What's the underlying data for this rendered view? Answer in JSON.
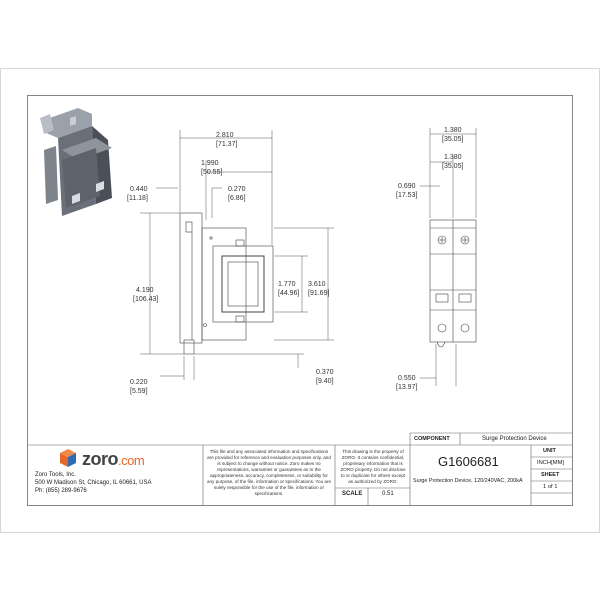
{
  "dimensions": {
    "overall_width": {
      "in": "2.810",
      "mm": "[71.37]"
    },
    "body_width": {
      "in": "1.990",
      "mm": "[50.55]"
    },
    "left_offset": {
      "in": "0.440",
      "mm": "[11.18]"
    },
    "clip_offset": {
      "in": "0.270",
      "mm": "[6.86]"
    },
    "overall_height": {
      "in": "4.190",
      "mm": "[106.43]"
    },
    "window_height": {
      "in": "1.770",
      "mm": "[44.96]"
    },
    "body_height": {
      "in": "3.610",
      "mm": "[91.69]"
    },
    "foot_width": {
      "in": "0.220",
      "mm": "[5.59]"
    },
    "bottom_offset": {
      "in": "0.370",
      "mm": "[9.40]"
    },
    "front_width_1": {
      "in": "1.380",
      "mm": "[35.05]"
    },
    "front_width_2": {
      "in": "1.380",
      "mm": "[35.05]"
    },
    "front_top": {
      "in": "0.690",
      "mm": "[17.53]"
    },
    "front_bottom": {
      "in": "0.550",
      "mm": "[13.97]"
    }
  },
  "company": {
    "logo_main": "zoro",
    "logo_suffix": ".com",
    "name": "Zoro Tools, Inc.",
    "address": "500 W Madison St, Chicago, IL 60661, USA",
    "phone": "Ph: (855) 289-9676",
    "brand_orange": "#e8672a",
    "brand_blue": "#2b6cb0"
  },
  "disclaimer": "This file and any associated information and specifications are provided for reference and evaluation purposes only, and is subject to change without notice. Zoro makes no representations, warranties or guarantees as to the appropriateness, accuracy, completeness, or suitability for any purpose, of the file, information or specifications. You are solely responsible for the use of the file, information or specifications.",
  "property_notice": "This drawing is the property of ZORO. It contains confidential, proprietary information that is ZORO property. Do not disclose to or duplicate for others except as authorized by ZORO.",
  "title_block": {
    "component_label": "COMPONENT",
    "component_value": "Surge Protection Device",
    "part_number": "G1606681",
    "description": "Surge Protection Device, 120/240VAC, 200kA",
    "unit_label": "UNIT",
    "unit_value": "INCH[MM]",
    "sheet_label": "SHEET",
    "sheet_value": "1 of 1",
    "scale_label": "SCALE",
    "scale_value": "0.51"
  }
}
